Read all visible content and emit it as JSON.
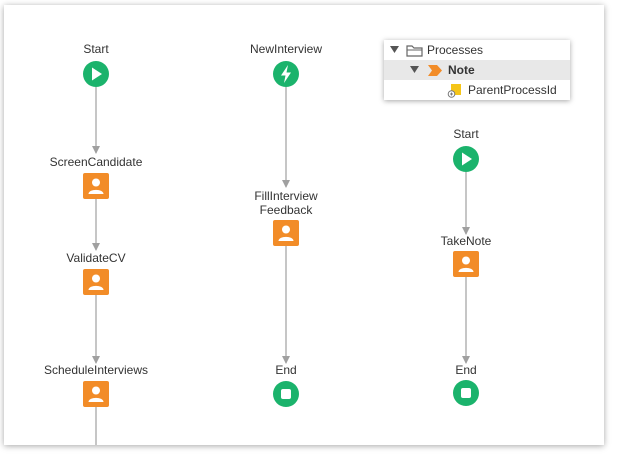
{
  "flows": {
    "flow1": {
      "start_label": "Start",
      "activity1_label": "ScreenCandidate",
      "activity2_label": "ValidateCV",
      "activity3_label": "ScheduleInterviews"
    },
    "flow2": {
      "trigger_label": "NewInterview",
      "activity1_label": "FillInterview\nFeedback",
      "end_label": "End"
    },
    "flow3": {
      "start_label": "Start",
      "activity1_label": "TakeNote",
      "end_label": "End"
    }
  },
  "tree": {
    "root_label": "Processes",
    "process_label": "Note",
    "input_label": "ParentProcessId"
  },
  "colors": {
    "start": "#1bb36c",
    "trigger": "#1bb36c",
    "end": "#1bb36c",
    "activity": "#f28c28",
    "connector": "#a0a0a0",
    "process_icon": "#f28c28"
  },
  "icons": {
    "start": "play-circle-icon",
    "trigger": "lightning-circle-icon",
    "end": "stop-circle-icon",
    "activity": "person-square-icon"
  }
}
